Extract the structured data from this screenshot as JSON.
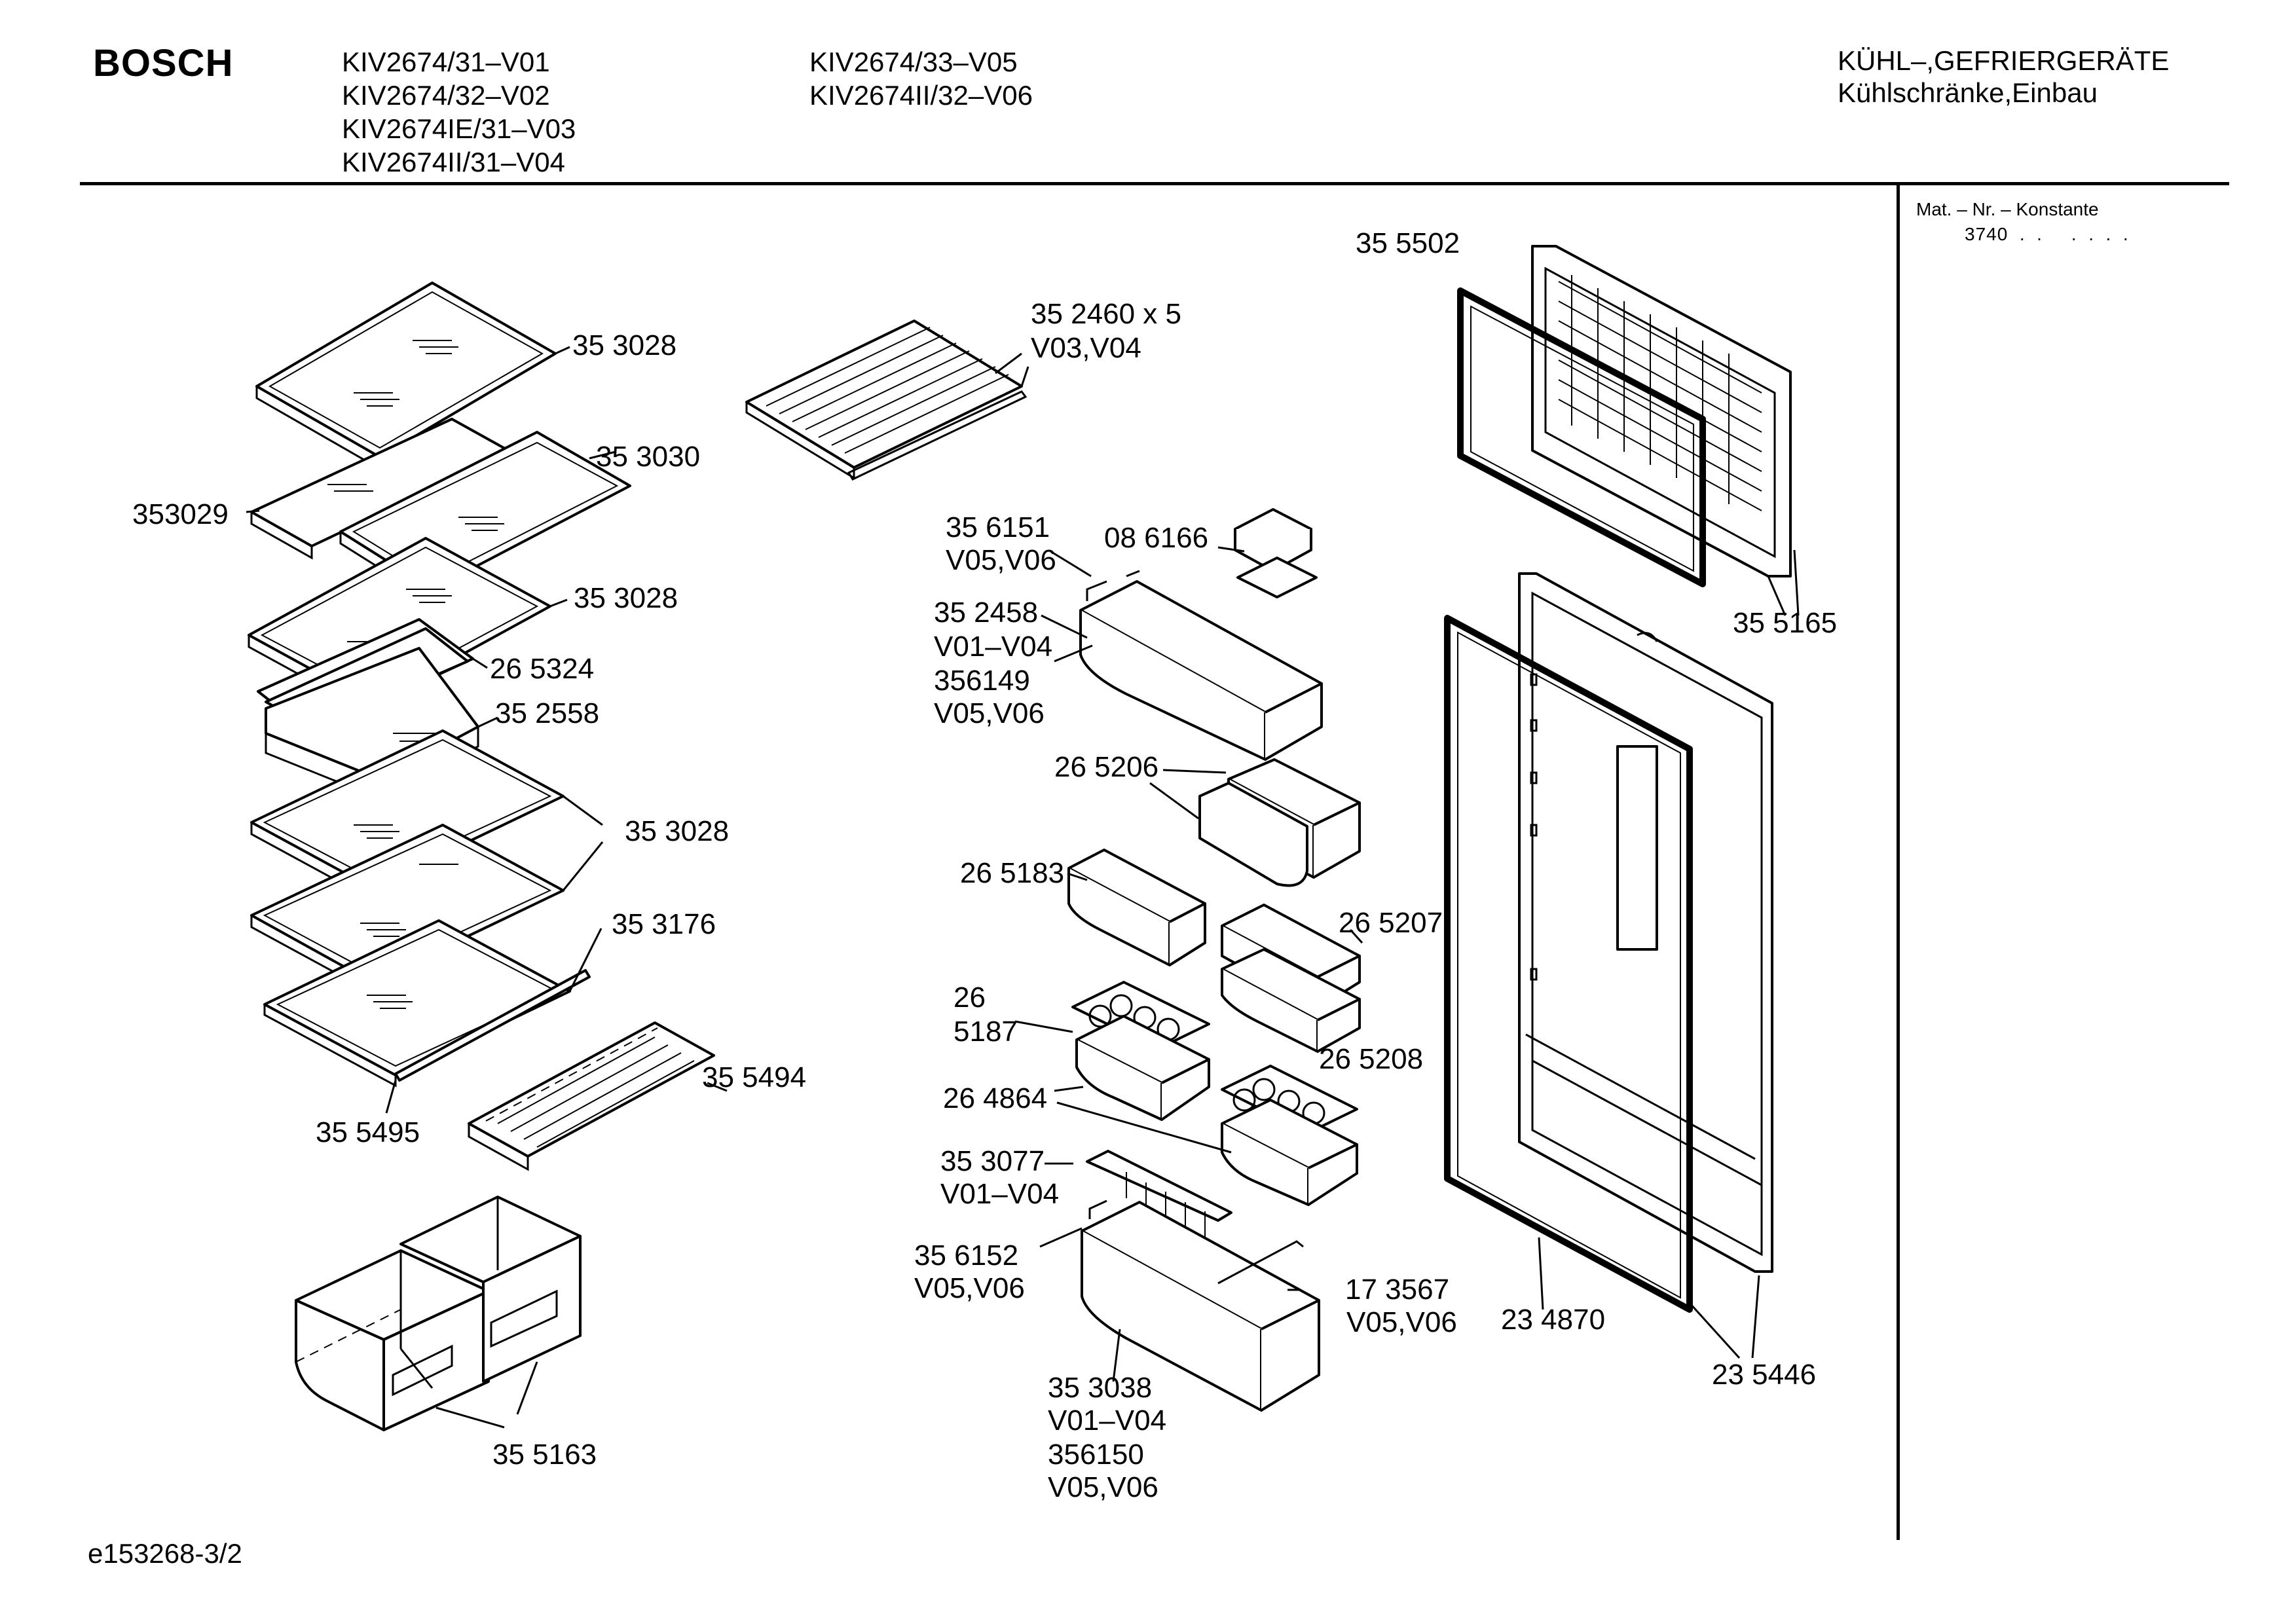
{
  "header": {
    "brand": "BOSCH",
    "models_col1": [
      "KIV2674/31–V01",
      "KIV2674/32–V02",
      "KIV2674IE/31–V03",
      "KIV2674II/31–V04"
    ],
    "models_col2": [
      "KIV2674/33–V05",
      "KIV2674II/32–V06"
    ],
    "category_line1": "KÜHL–,GEFRIERGERÄTE",
    "category_line2": "Kühlschränke,Einbau"
  },
  "sidebar": {
    "mat_label": "Mat. – Nr. – Konstante",
    "mat_value": "3740  .  .     .  .  .  ."
  },
  "footer": {
    "drawing_id": "e153268-3/2"
  },
  "labels": {
    "p353028a": "35 3028",
    "p353030": "35 3030",
    "p353029": "353029",
    "p353028b": "35 3028",
    "p265324": "26 5324",
    "p352558": "35 2558",
    "p353028c": "35 3028",
    "p353176": "35 3176",
    "p355494": "35 5494",
    "p355495": "35 5495",
    "p355163": "35 5163",
    "p352460": "35 2460  x 5",
    "p352460v": "V03,V04",
    "p356151": "35 6151",
    "p356151v": "V05,V06",
    "p086166": "08 6166",
    "p352458": "35 2458",
    "p352458v": "V01–V04",
    "p356149": "356149",
    "p356149v": "V05,V06",
    "p265206": "26 5206",
    "p265183": "26 5183",
    "p265207": "26 5207",
    "p26": "26",
    "p5187": "5187",
    "p265208": "26 5208",
    "p264864": "26 4864",
    "p353077": "35 3077—",
    "p353077v": "V01–V04",
    "p356152": "35 6152",
    "p356152v": "V05,V06",
    "p173567": "17 3567",
    "p173567v": "V05,V06",
    "p353038": "35 3038",
    "p353038v": "V01–V04",
    "p356150": "356150",
    "p356150v": "V05,V06",
    "p355502": "35 5502",
    "p355165": "35 5165",
    "p234870": "23 4870",
    "p235446": "23 5446"
  }
}
